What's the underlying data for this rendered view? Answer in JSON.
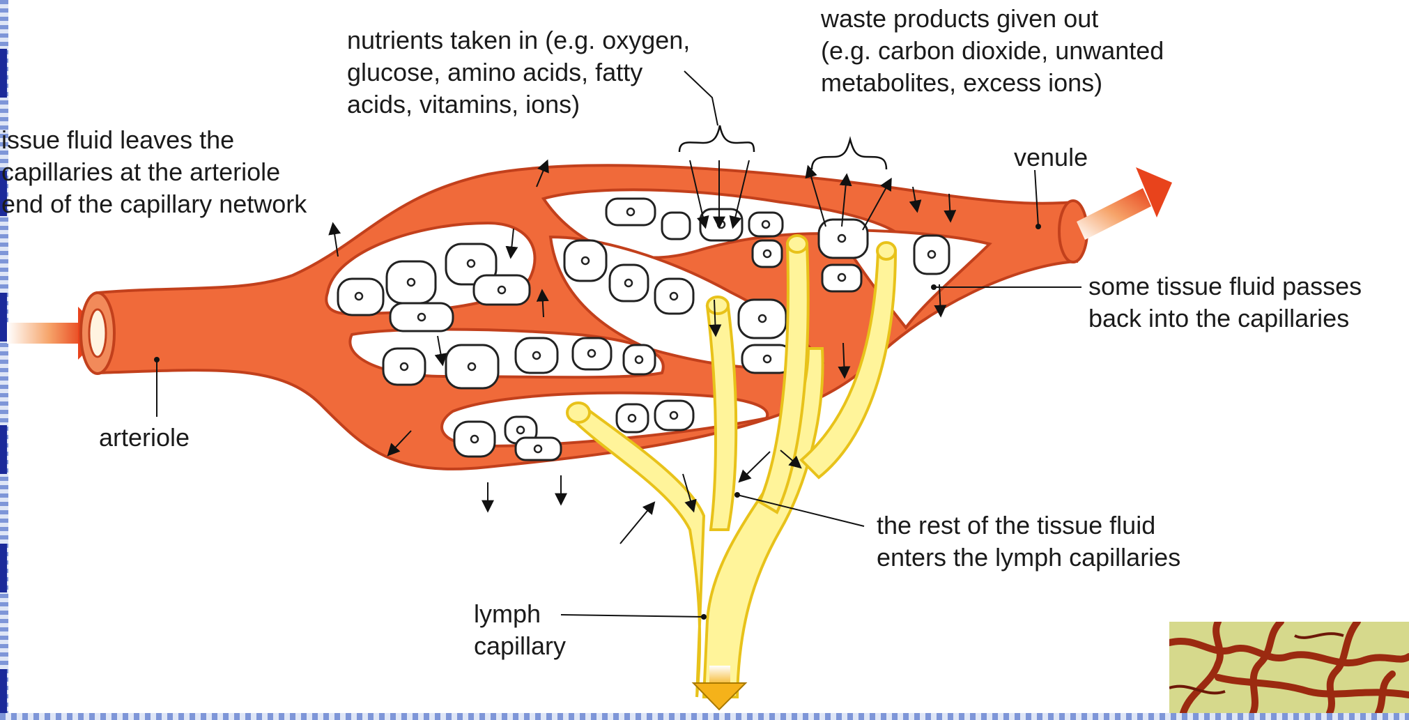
{
  "labels": {
    "nutrients": [
      "nutrients taken in (e.g. oxygen,",
      "glucose, amino acids, fatty",
      "acids, vitamins, ions)"
    ],
    "waste": [
      "waste products given out",
      "(e.g. carbon dioxide, unwanted",
      "metabolites, excess ions)"
    ],
    "tissue_fluid_leaves": [
      "issue fluid leaves the",
      "capillaries at the arteriole",
      "end of the capillary network"
    ],
    "venule": "venule",
    "passes_back": [
      "some tissue fluid passes",
      "back into the capillaries"
    ],
    "arteriole": "arteriole",
    "rest_enters": [
      "the rest of the tissue fluid",
      "enters the lymph capillaries"
    ],
    "lymph": [
      "lymph",
      "capillary"
    ]
  },
  "colors": {
    "vessel_fill": "#f06a3a",
    "vessel_edge": "#c2401c",
    "lymph_fill": "#fff49a",
    "lymph_edge": "#e8c21a",
    "cell_outline": "#222222",
    "arrow_in": "#e8431c",
    "arrow_out_lymph": "#f5b21a"
  }
}
